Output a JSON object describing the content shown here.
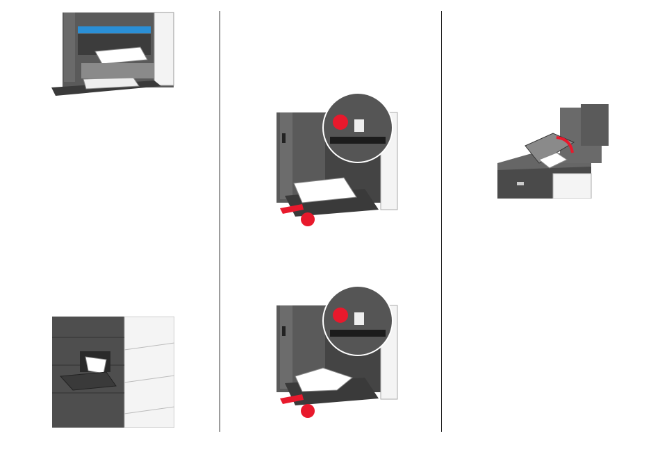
{
  "page": {
    "columns": 3,
    "figures": [
      {
        "id": "fig-fuser-door-open"
      },
      {
        "id": "fig-mp-feeder-step1"
      },
      {
        "id": "fig-mp-feeder-step2"
      },
      {
        "id": "fig-finisher-top-cover"
      },
      {
        "id": "fig-tray-door-jam"
      }
    ],
    "colors": {
      "callout_red": "#e8192c",
      "printer_dark": "#4a4a4a",
      "printer_light": "#f2f2f2",
      "accent_blue": "#2a8fd6"
    }
  }
}
